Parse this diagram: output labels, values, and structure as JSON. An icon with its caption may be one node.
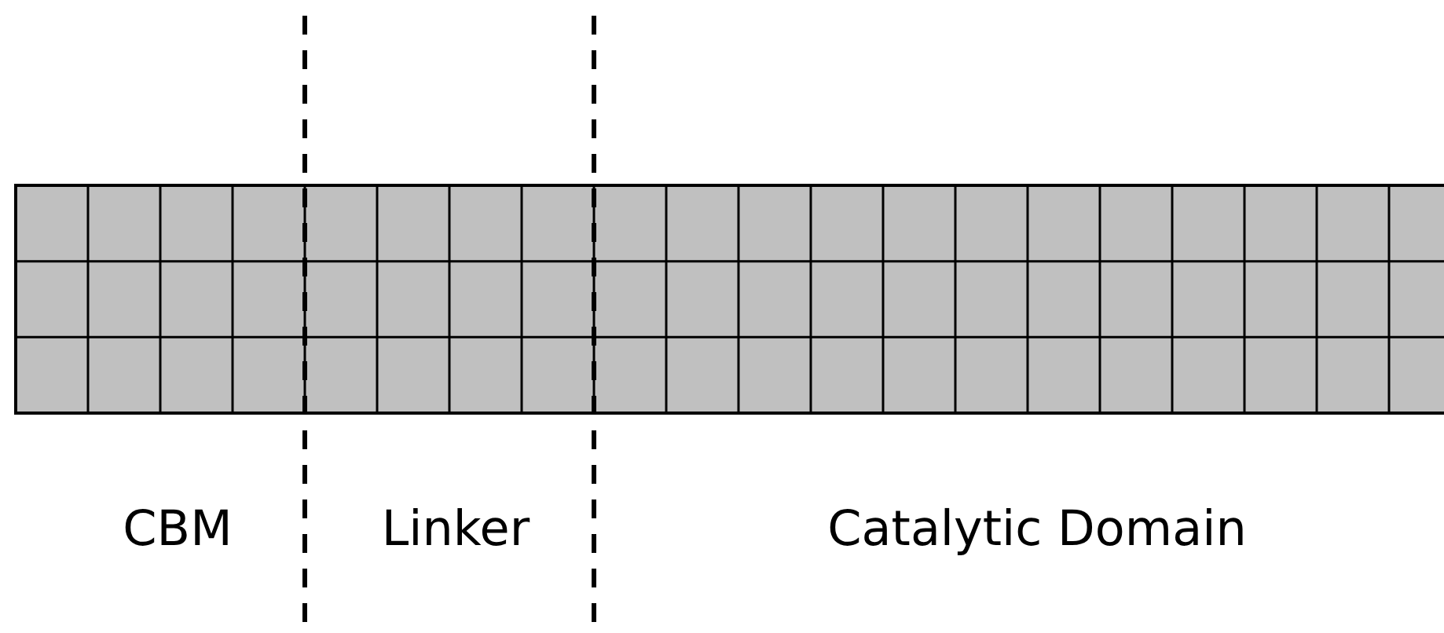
{
  "diagram": {
    "labels": [
      "CBM",
      "Linker",
      "Catalytic Domain"
    ]
  }
}
